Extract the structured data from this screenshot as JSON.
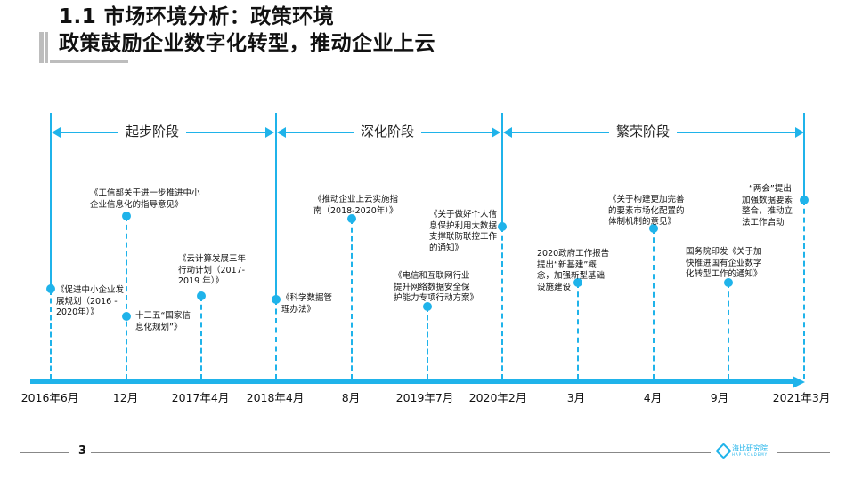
{
  "header": {
    "title_line1": "1.1 市场环境分析：政策环境",
    "title_line2": "政策鼓励企业数字化转型，推动企业上云"
  },
  "stages": [
    {
      "label": "起步阶段"
    },
    {
      "label": "深化阶段"
    },
    {
      "label": "繁荣阶段"
    }
  ],
  "timeline": {
    "ticks": [
      {
        "label": "2016年6月"
      },
      {
        "label": "12月"
      },
      {
        "label": "2017年4月"
      },
      {
        "label": "2018年4月"
      },
      {
        "label": "8月"
      },
      {
        "label": "2019年7月"
      },
      {
        "label": "2020年2月"
      },
      {
        "label": "3月"
      },
      {
        "label": "4月"
      },
      {
        "label": "9月"
      },
      {
        "label": "2021年3月"
      }
    ],
    "events": [
      {
        "lines": [
          "《促进中小企业发",
          "展规划（2016 -",
          "2020年）》"
        ]
      },
      {
        "lines": [
          "《工信部关于进一步推进中小",
          "企业信息化的指导意见》"
        ]
      },
      {
        "lines": [
          "十三五“国家信",
          "息化规划”》"
        ]
      },
      {
        "lines": [
          "《云计算发展三年",
          "行动计划（2017-",
          "2019 年）》"
        ]
      },
      {
        "lines": [
          "《科学数据管",
          "理办法》"
        ]
      },
      {
        "lines": [
          "《推动企业上云实施指",
          "南（2018-2020年）》"
        ]
      },
      {
        "lines": [
          "《电信和互联网行业",
          "提升网络数据安全保",
          "护能力专项行动方案》"
        ]
      },
      {
        "lines": [
          "《关于做好个人信",
          "息保护利用大数据",
          "支撑联防联控工作",
          "的通知》"
        ]
      },
      {
        "lines": [
          "2020政府工作报告",
          "提出“新基建”概",
          "念，加强新型基础",
          "设施建设"
        ]
      },
      {
        "lines": [
          "《关于构建更加完善",
          "的要素市场化配置的",
          "体制机制的意见》"
        ]
      },
      {
        "lines": [
          "国务院印发《关于加",
          "快推进国有企业数字",
          "化转型工作的通知》"
        ]
      },
      {
        "lines": [
          "“两会”提出",
          "加强数据要素",
          "整合，推动立",
          "法工作启动"
        ]
      }
    ]
  },
  "footer": {
    "page_number": "3",
    "logo_text": "海比研究院",
    "logo_subtext": "HAP ACADEMY"
  },
  "colors": {
    "accent": "#1fb3ea",
    "title": "#111111",
    "deco_gray": "#bdbdbd"
  }
}
